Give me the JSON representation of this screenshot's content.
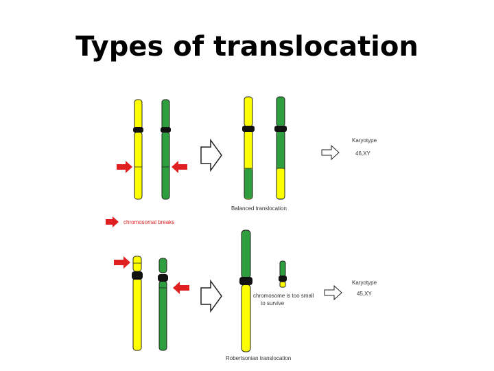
{
  "title": "Types of translocation",
  "colors": {
    "chromosome_yellow": "#ffff00",
    "chromosome_green": "#2e9e3e",
    "centromere": "#111111",
    "break_arrow": "#e02020",
    "outline": "#222222"
  },
  "balanced": {
    "karyotype_heading": "Karyotype",
    "karyotype_value": "46,XY",
    "caption": "Balanced translocation"
  },
  "legend": {
    "label": "chromosomal breaks"
  },
  "robertsonian": {
    "note_line1": "chromosome is too small",
    "note_line2": "to survive",
    "karyotype_heading": "Karyotype",
    "karyotype_value": "45,XY",
    "caption": "Robertsonian translocation"
  }
}
